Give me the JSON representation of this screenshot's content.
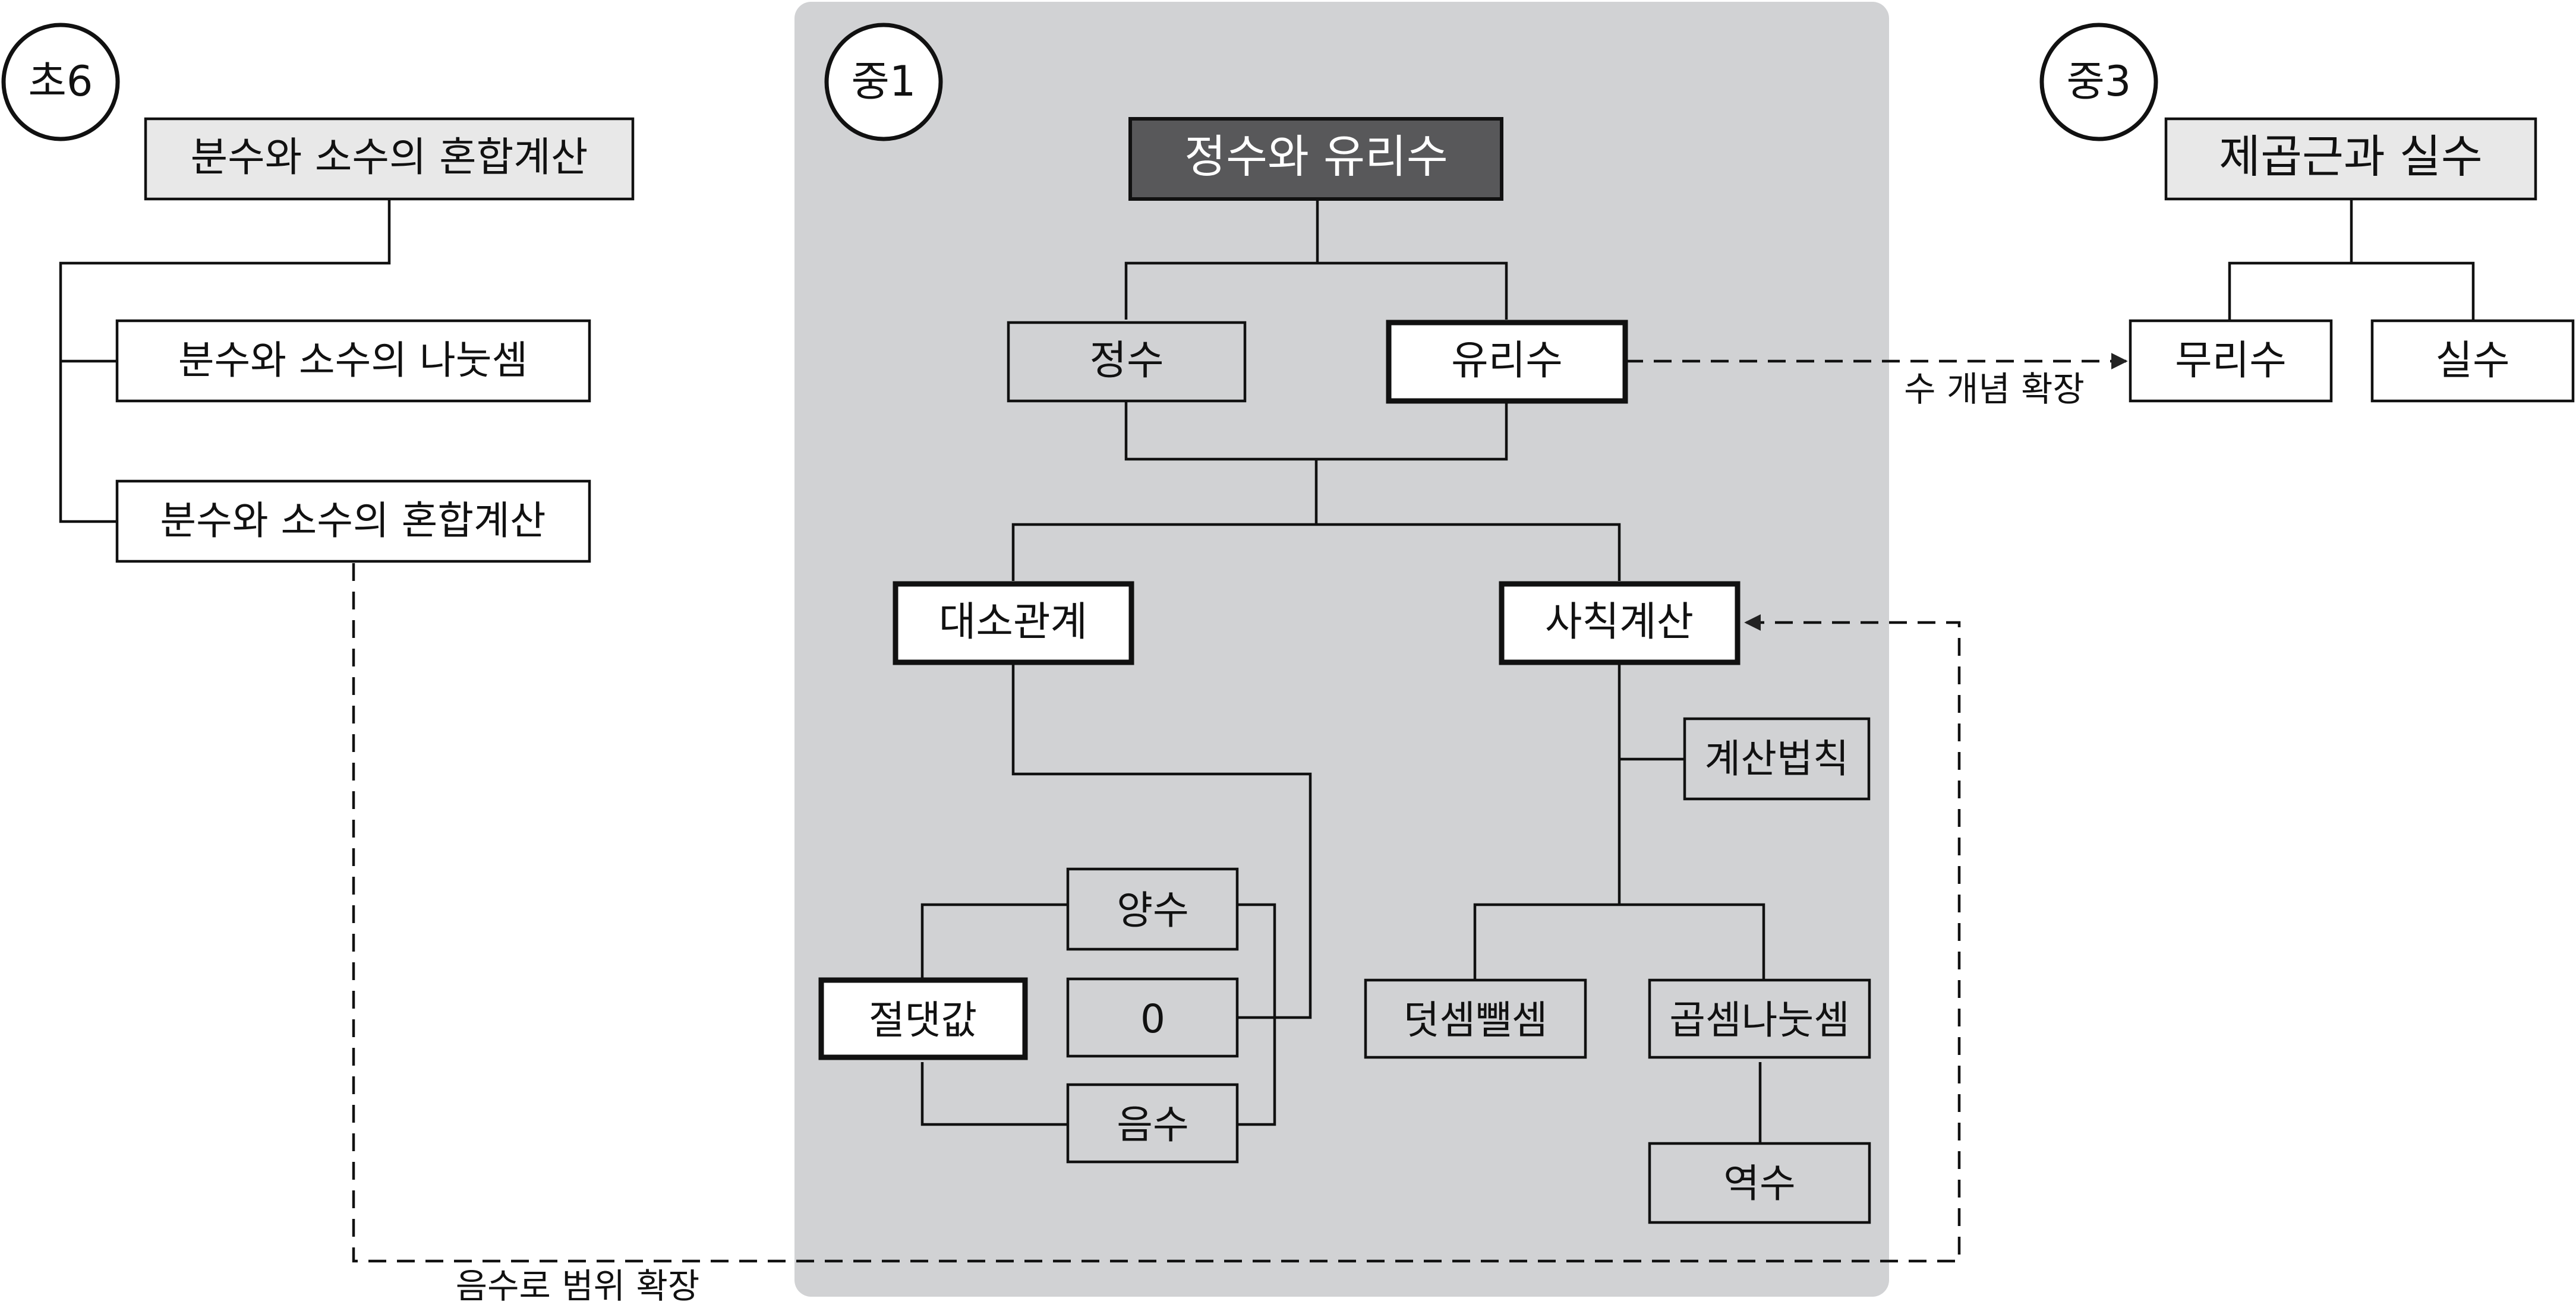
{
  "grades": {
    "elem6": "초6",
    "mid1": "중1",
    "mid3": "중3"
  },
  "elem6": {
    "title": "분수와 소수의 혼합계산",
    "child1": "분수와 소수의 나눗셈",
    "child2": "분수와 소수의 혼합계산"
  },
  "mid1": {
    "title": "정수와 유리수",
    "integer": "정수",
    "rational": "유리수",
    "order": "대소관계",
    "arith": "사칙계산",
    "laws": "계산법칙",
    "absval": "절댓값",
    "positive": "양수",
    "zero": "0",
    "negative": "음수",
    "addsub": "덧셈뺄셈",
    "muldiv": "곱셈나눗셈",
    "reciprocal": "역수"
  },
  "mid3": {
    "title": "제곱근과 실수",
    "irrational": "무리수",
    "real": "실수"
  },
  "links": {
    "number_extension": "수 개념 확장",
    "negative_extension": "음수로 범위 확장"
  },
  "colors": {
    "panel": "#d1d2d4",
    "title_dark": "#58585a",
    "title_light": "#e8e8e8",
    "line": "#222222"
  }
}
